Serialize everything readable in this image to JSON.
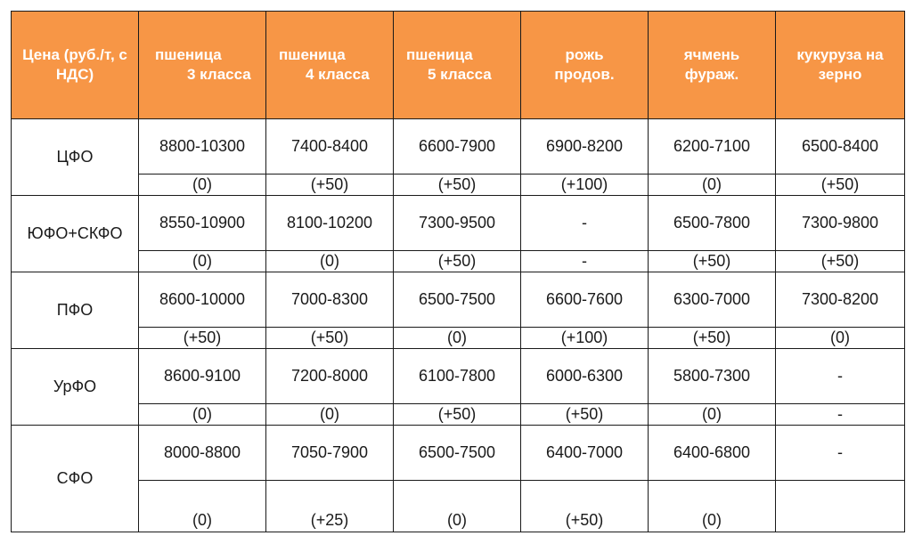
{
  "header": {
    "corner": [
      "Цена",
      "(руб./т, с",
      "НДС)"
    ],
    "columns": [
      {
        "l1": "пшеница",
        "l2": "3 класса"
      },
      {
        "l1": "пшеница",
        "l2": "4 класса"
      },
      {
        "l1": "пшеница",
        "l2": "5 класса"
      },
      {
        "l1": "рожь",
        "l2": "продов."
      },
      {
        "l1": "ячмень",
        "l2": "фураж."
      },
      {
        "l1": "кукуруза на",
        "l2": "зерно"
      }
    ]
  },
  "rows": [
    {
      "region": "ЦФО",
      "prices": [
        "8800-10300",
        "7400-8400",
        "6600-7900",
        "6900-8200",
        "6200-7100",
        "6500-8400"
      ],
      "changes": [
        "(0)",
        "(+50)",
        "(+50)",
        "(+100)",
        "(0)",
        "(+50)"
      ]
    },
    {
      "region": "ЮФО+СКФО",
      "prices": [
        "8550-10900",
        "8100-10200",
        "7300-9500",
        "-",
        "6500-7800",
        "7300-9800"
      ],
      "changes": [
        "(0)",
        "(0)",
        "(+50)",
        "-",
        "(+50)",
        "(+50)"
      ]
    },
    {
      "region": "ПФО",
      "prices": [
        "8600-10000",
        "7000-8300",
        "6500-7500",
        "6600-7600",
        "6300-7000",
        "7300-8200"
      ],
      "changes": [
        "(+50)",
        "(+50)",
        "(0)",
        "(+100)",
        "(+50)",
        "(0)"
      ]
    },
    {
      "region": "УрФО",
      "prices": [
        "8600-9100",
        "7200-8000",
        "6100-7800",
        "6000-6300",
        "5800-7300",
        "-"
      ],
      "changes": [
        "(0)",
        "(0)",
        "(+50)",
        "(+50)",
        "(0)",
        "-"
      ]
    },
    {
      "region": "СФО",
      "prices": [
        "8000-8800",
        "7050-7900",
        "6500-7500",
        "6400-7000",
        "6400-6800",
        "-"
      ],
      "changes": [
        "(0)",
        "(+25)",
        "(0)",
        "(+50)",
        "(0)",
        ""
      ]
    }
  ]
}
